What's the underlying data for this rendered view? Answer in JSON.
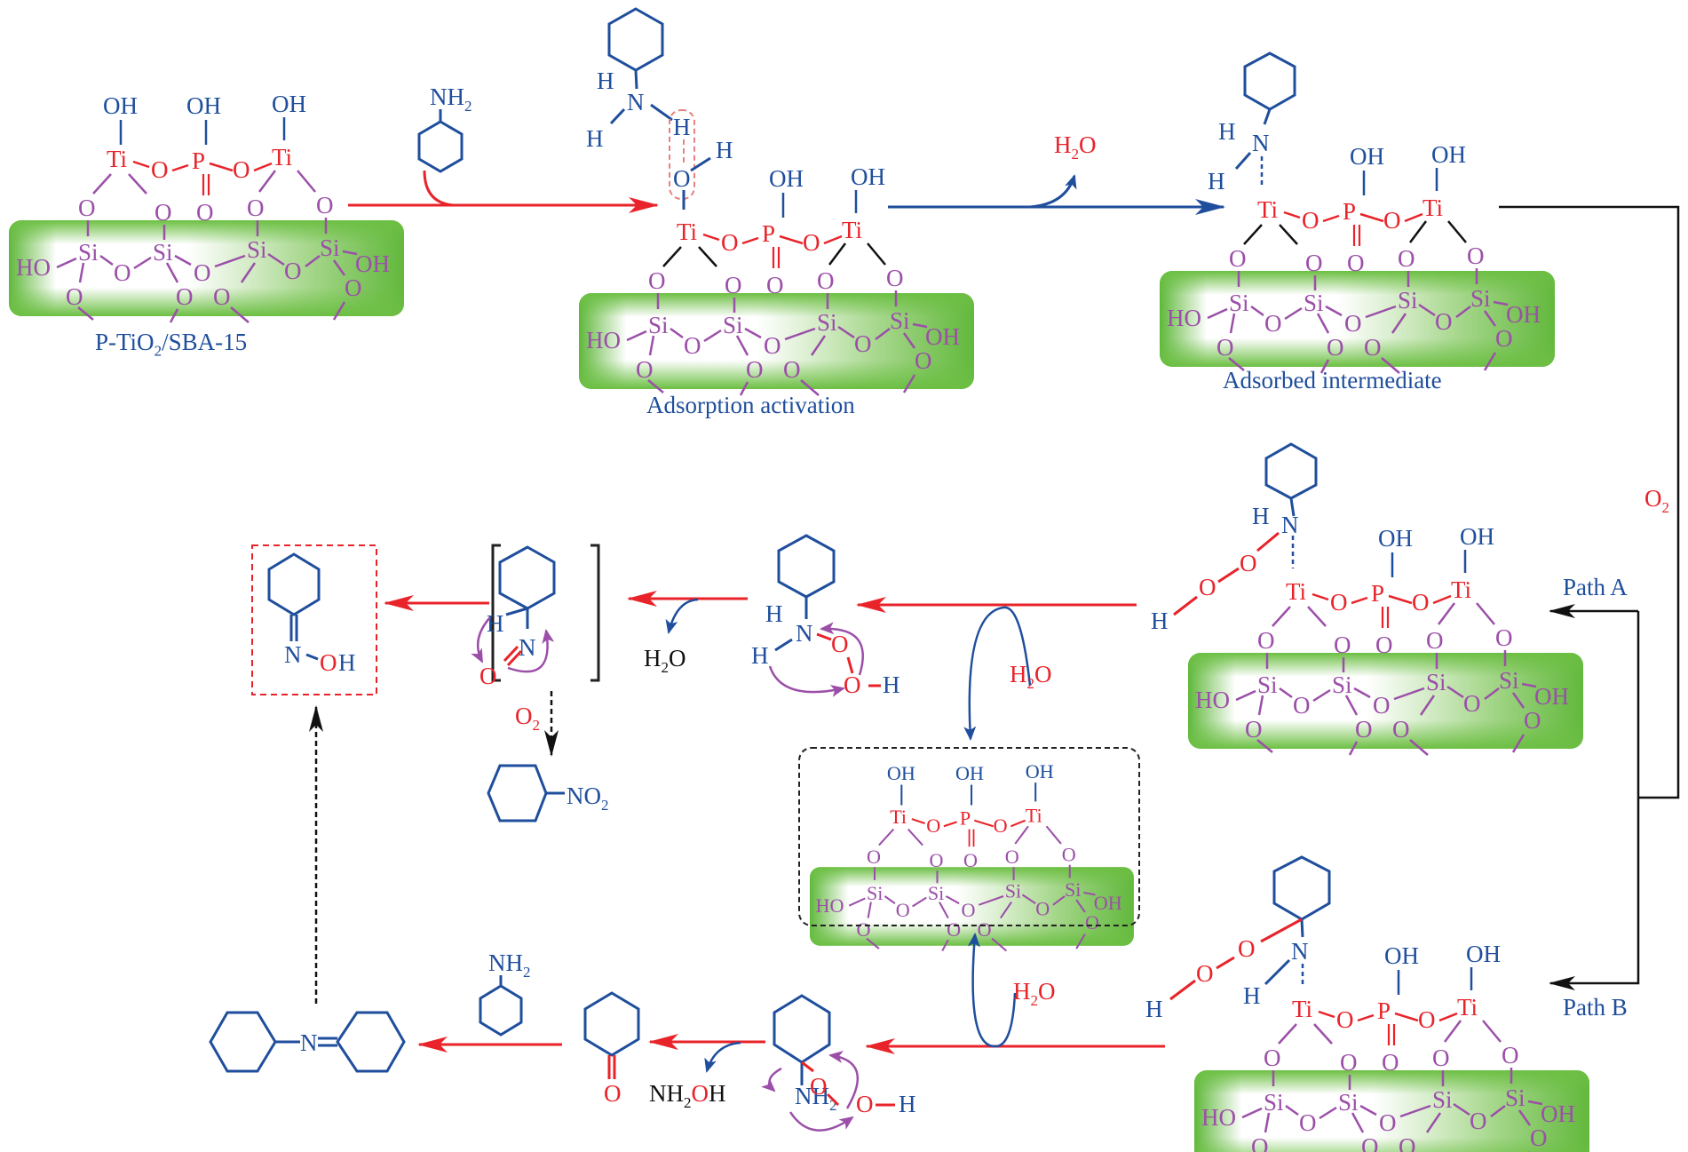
{
  "colors": {
    "structure_blue": "#1f4e9c",
    "oxygen_red": "#e8232a",
    "silica_purple": "#9b4fa8",
    "support_green": "#6cbf43",
    "arrow_black": "#111111"
  },
  "catalyst": {
    "ti": "Ti",
    "o": "O",
    "p": "P",
    "si": "Si",
    "oh": "OH",
    "ho": "HO",
    "h": "H"
  },
  "captions": {
    "catalyst": "P-TiO",
    "catalyst_sub": "2",
    "catalyst_tail": "/SBA-15",
    "adsorption": "Adsorption activation",
    "intermediate": "Adsorbed intermediate"
  },
  "reagents": {
    "nh2": "NH",
    "sub2": "2",
    "h2o": "H",
    "h2o_tail": "O",
    "o2": "O",
    "nh2oh_a": "NH",
    "nh2oh_b": "O",
    "nh2oh_c": "H",
    "no2": "NO",
    "n": "N",
    "h": "H",
    "o": "O",
    "oh": "OH"
  },
  "paths": {
    "path_a": "Path A",
    "path_b": "Path B",
    "o2_label": "O"
  },
  "steps": [
    {
      "id": "step-1",
      "from": "P-TiO2/SBA-15",
      "to": "Adsorption activation",
      "reagent": "cyclohexylamine"
    },
    {
      "id": "step-2",
      "from": "Adsorption activation",
      "to": "Adsorbed intermediate",
      "byproduct": "H2O"
    },
    {
      "id": "step-3",
      "from": "Adsorbed intermediate",
      "to": "Path A / Path B",
      "reagent": "O2"
    },
    {
      "id": "path-a",
      "product": "cyclohexanone oxime",
      "side_product": "nitrocyclohexane"
    },
    {
      "id": "path-b",
      "product": "cyclohexanone",
      "byproduct": "NH2OH"
    }
  ]
}
